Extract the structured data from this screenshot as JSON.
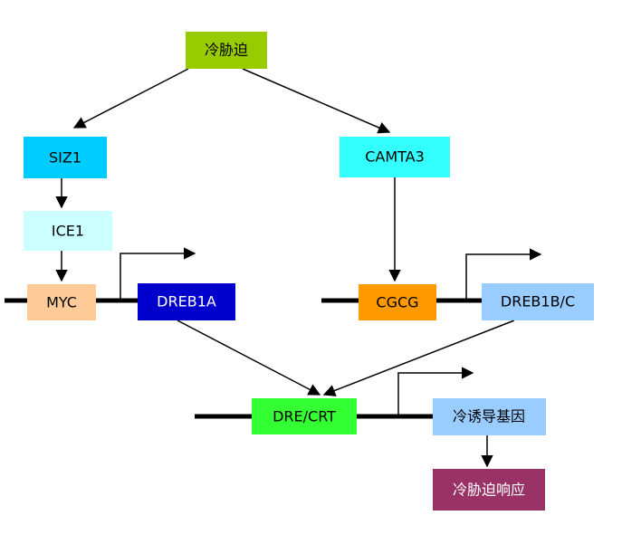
{
  "diagram": {
    "nodes": {
      "cold_stress": {
        "label": "冷胁迫",
        "color": "#99cc00",
        "text_color": "#000000"
      },
      "siz1": {
        "label": "SIZ1",
        "color": "#00ccff",
        "text_color": "#000000"
      },
      "ice1": {
        "label": "ICE1",
        "color": "#ccffff",
        "text_color": "#000000"
      },
      "myc": {
        "label": "MYC",
        "color": "#ffcc99",
        "text_color": "#000000"
      },
      "dreb1a": {
        "label": "DREB1A",
        "color": "#0000cc",
        "text_color": "#ffffff"
      },
      "camta3": {
        "label": "CAMTA3",
        "color": "#33ffff",
        "text_color": "#000000"
      },
      "cgcg": {
        "label": "CGCG",
        "color": "#ff9900",
        "text_color": "#000000"
      },
      "dreb1bc": {
        "label": "DREB1B/C",
        "color": "#99ccff",
        "text_color": "#000000"
      },
      "dre_crt": {
        "label": "DRE/CRT",
        "color": "#33ff33",
        "text_color": "#000000"
      },
      "cold_induced_genes": {
        "label": "冷诱导基因",
        "color": "#99ccff",
        "text_color": "#000000"
      },
      "cold_stress_response": {
        "label": "冷胁迫响应",
        "color": "#993366",
        "text_color": "#ffffff"
      }
    },
    "line_color": "#000000"
  }
}
